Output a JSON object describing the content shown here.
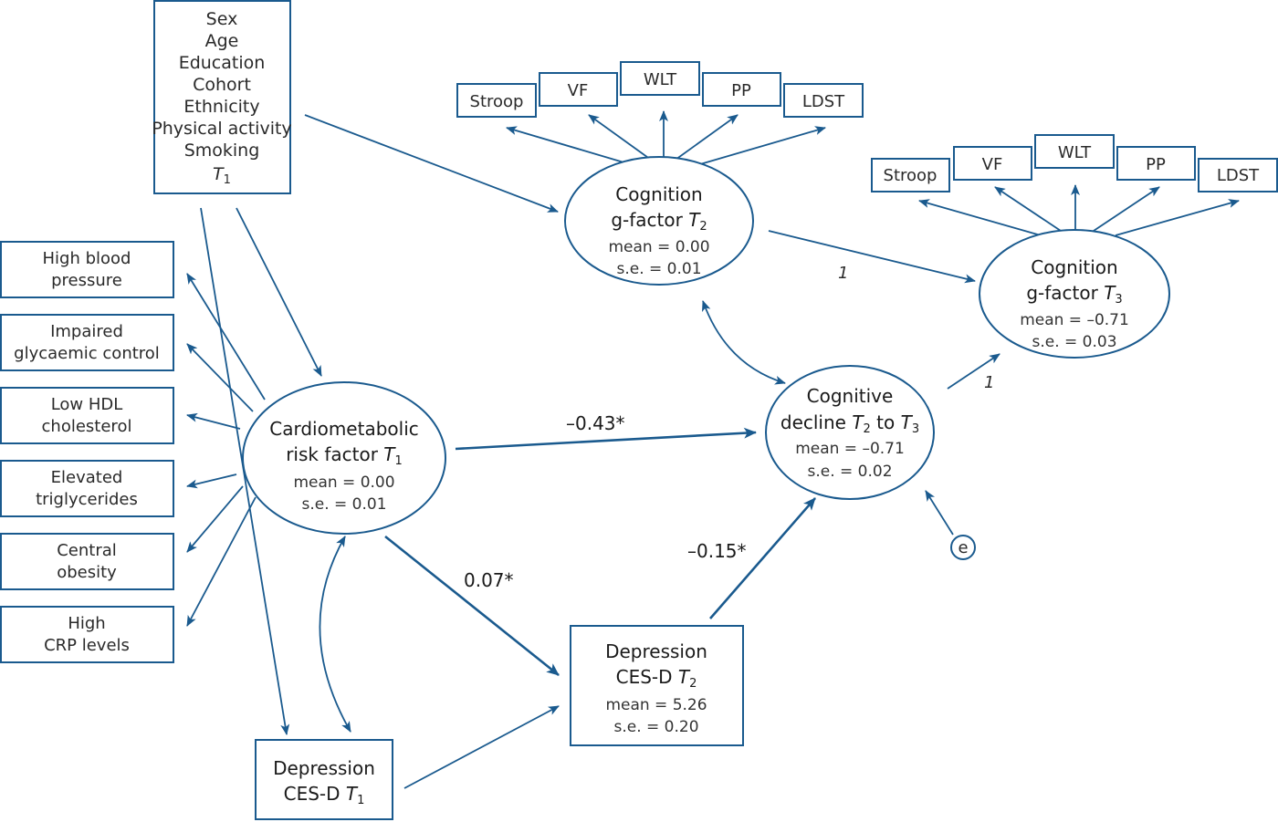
{
  "colors": {
    "accent": "#1a5a8e",
    "text": "#1a1a1a"
  },
  "covariates": {
    "lines": [
      "Sex",
      "Age",
      "Education",
      "Cohort",
      "Ethnicity",
      "Physical activity",
      "Smoking"
    ],
    "time_label": "T",
    "time_sub": "1"
  },
  "indicators_t2": [
    "Stroop",
    "VF",
    "WLT",
    "PP",
    "LDST"
  ],
  "indicators_t3": [
    "Stroop",
    "VF",
    "WLT",
    "PP",
    "LDST"
  ],
  "risk_indicators": [
    {
      "line1": "High blood",
      "line2": "pressure"
    },
    {
      "line1": "Impaired",
      "line2": "glycaemic control"
    },
    {
      "line1": "Low HDL",
      "line2": "cholesterol"
    },
    {
      "line1": "Elevated",
      "line2": "triglycerides"
    },
    {
      "line1": "Central",
      "line2": "obesity"
    },
    {
      "line1": "High",
      "line2": "CRP levels"
    }
  ],
  "cognition_t2": {
    "line1": "Cognition",
    "line2": "g-factor ",
    "t": "T",
    "sub": "2",
    "mean": "mean = 0.00",
    "se": "s.e. = 0.01"
  },
  "cognition_t3": {
    "line1": "Cognition",
    "line2": "g-factor ",
    "t": "T",
    "sub": "3",
    "mean": "mean = –0.71",
    "se": "s.e. = 0.03"
  },
  "cardiometabolic": {
    "line1": "Cardiometabolic",
    "line2": "risk factor ",
    "t": "T",
    "sub": "1",
    "mean": "mean = 0.00",
    "se": "s.e. = 0.01"
  },
  "decline": {
    "line1": "Cognitive",
    "line2a": "decline ",
    "t1": "T",
    "sub1": "2",
    "mid": " to ",
    "t2": "T",
    "sub2": "3",
    "mean": "mean = –0.71",
    "se": "s.e. = 0.02"
  },
  "depression_t2": {
    "line1": "Depression",
    "line2": "CES-D ",
    "t": "T",
    "sub": "2",
    "mean": "mean = 5.26",
    "se": "s.e. = 0.20"
  },
  "depression_t1": {
    "line1": "Depression",
    "line2": "CES-D ",
    "t": "T",
    "sub": "1"
  },
  "error_term": "e",
  "coefficients": {
    "risk_to_decline": "–0.43*",
    "risk_to_depression": "0.07*",
    "depression_to_decline": "–0.15*",
    "cog_t2_to_t3": "1",
    "decline_to_t3": "1"
  }
}
